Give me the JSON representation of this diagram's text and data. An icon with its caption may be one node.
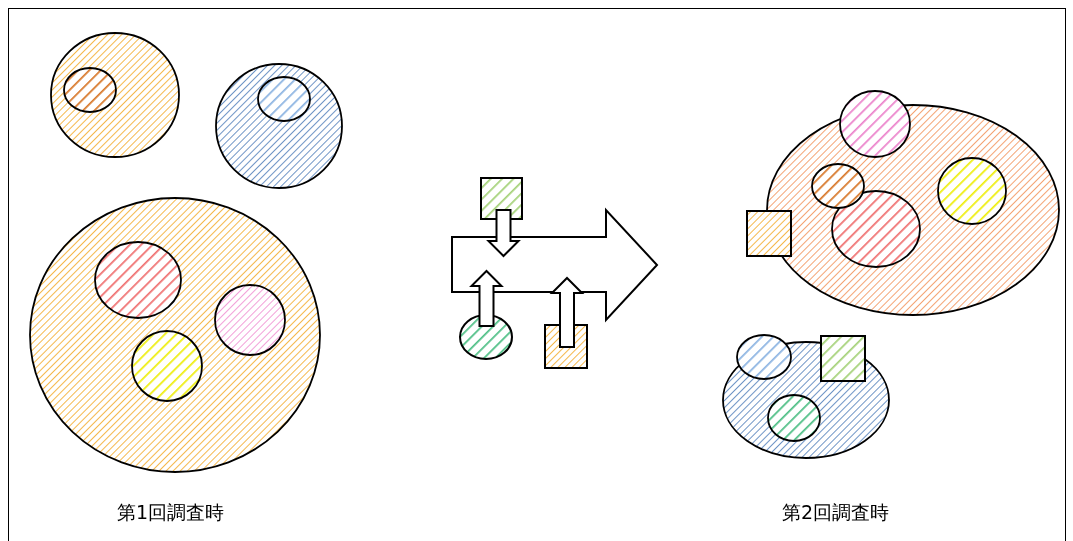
{
  "diagram": {
    "nodes": [
      {
        "text": [],
        "shape": "box"
      },
      {
        "text": [],
        "shape": "arrow"
      },
      {
        "text": [],
        "shape": "circle"
      },
      {
        "text": [],
        "shape": "box"
      }
    ],
    "edges": [
      {
        "from": 0,
        "to": 1,
        "arrow": "to"
      },
      {
        "from": 2,
        "to": 1,
        "arrow": "to"
      },
      {
        "from": 3,
        "to": 1,
        "arrow": "to"
      }
    ],
    "labels": [
      "第1回調査時",
      "第2回調査時"
    ]
  }
}
